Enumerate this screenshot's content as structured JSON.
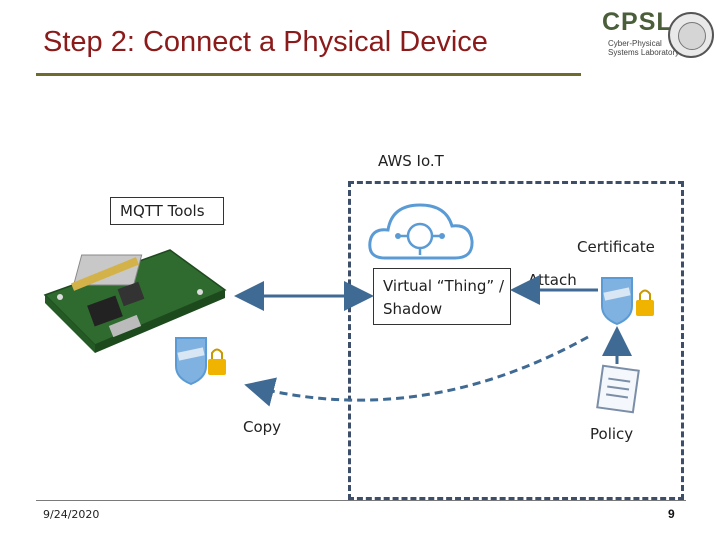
{
  "slide": {
    "title": "Step 2: Connect a Physical Device",
    "date": "9/24/2020",
    "page_number": "9"
  },
  "logo": {
    "name": "CPSL",
    "subtitle_line1": "Cyber-Physical",
    "subtitle_line2": "Systems Laboratory"
  },
  "diagram": {
    "aws_iot_label": "AWS Io.T",
    "mqtt_tools_label": "MQTT Tools",
    "certificate_label": "Certificate",
    "virtual_thing_line1": "Virtual “Thing” /",
    "virtual_thing_line2": "Shadow",
    "attach_label": "Attach",
    "copy_label": "Copy",
    "policy_label": "Policy",
    "icons": [
      "raspberry-pi-board",
      "aws-iot-cloud-icon",
      "certificate-shield-icon",
      "policy-document-icon"
    ],
    "colors": {
      "title": "#8B1A1A",
      "arrow": "#3f6a94",
      "dashed_border": "#3d4e6a",
      "shield": "#5b9bd5",
      "lock": "#f0b400"
    }
  }
}
